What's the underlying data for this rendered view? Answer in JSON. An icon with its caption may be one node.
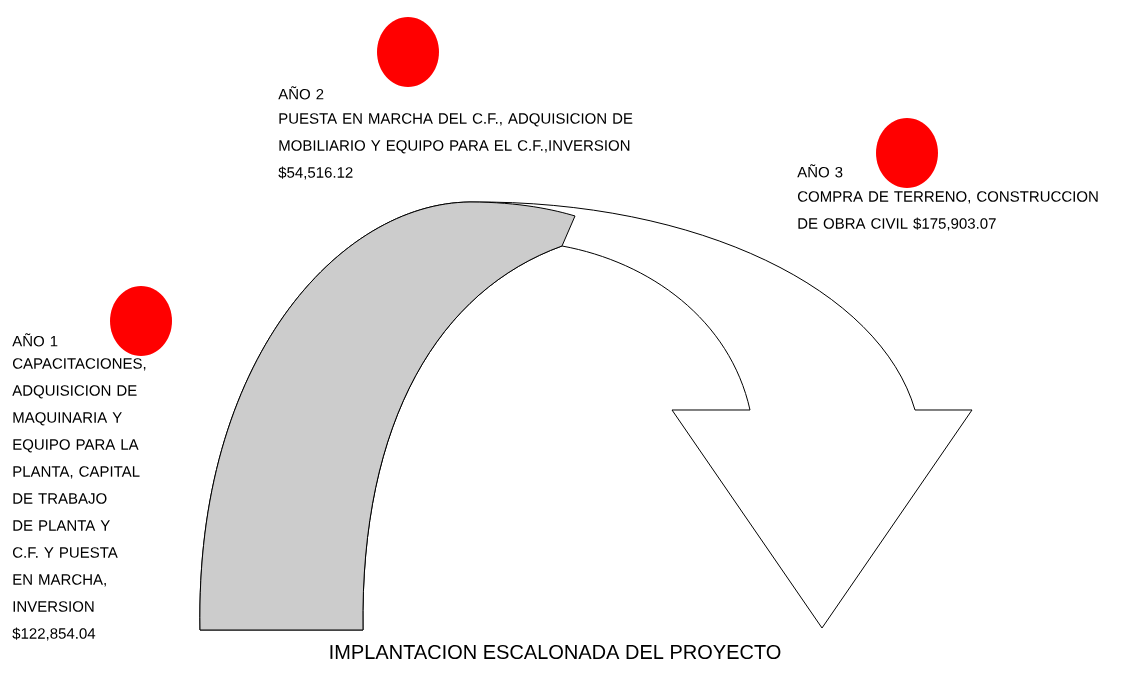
{
  "diagram": {
    "caption": "IMPLANTACION ESCALONADA DEL PROYECTO",
    "nodes": [
      {
        "text": [],
        "shape": "circle",
        "beside": [
          "AÑO 1",
          "CAPACITACIONES, ADQUISICION DE MAQUINARIA Y EQUIPO PARA LA PLANTA, CAPITAL DE TRABAJO DE PLANTA Y C.F. Y PUESTA EN MARCHA, INVERSION $122,854.04"
        ]
      },
      {
        "text": [],
        "shape": "circle",
        "beside": [
          "AÑO 2",
          "PUESTA EN MARCHA DEL C.F., ADQUISICION DE MOBILIARIO Y EQUIPO PARA EL C.F.,INVERSION $54,516.12"
        ]
      },
      {
        "text": [],
        "shape": "circle",
        "beside": [
          "AÑO 3",
          "COMPRA DE TERRENO, CONSTRUCCION DE OBRA CIVIL $175,903.07"
        ]
      }
    ]
  }
}
